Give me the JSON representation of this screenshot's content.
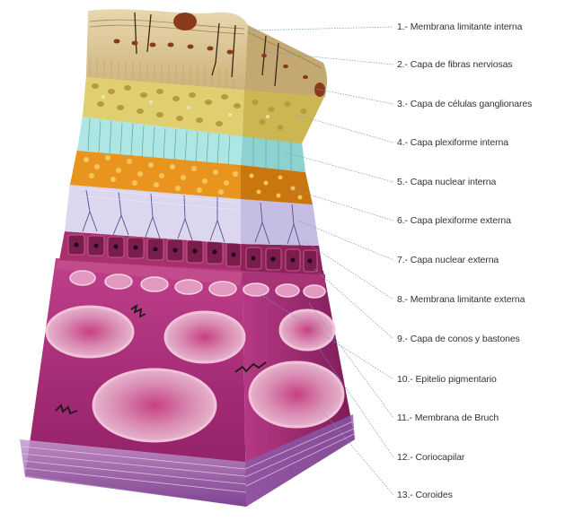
{
  "labels": [
    {
      "text": "1.- Membrana limitante interna"
    },
    {
      "text": "2.- Capa de fibras nerviosas"
    },
    {
      "text": "3.- Capa de células ganglionares"
    },
    {
      "text": "4.- Capa plexiforme interna"
    },
    {
      "text": "5.- Capa nuclear interna"
    },
    {
      "text": "6.- Capa plexiforme externa"
    },
    {
      "text": "7.- Capa nuclear externa"
    },
    {
      "text": "8.- Membrana limitante externa"
    },
    {
      "text": "9.- Capa de conos y bastones"
    },
    {
      "text": "10.- Epitelio pigmentario"
    },
    {
      "text": "11.- Membrana de Bruch"
    },
    {
      "text": "12.- Coriocapilar"
    },
    {
      "text": "13.- Coroides"
    }
  ],
  "colors": {
    "nerve_fiber": "#d2b98a",
    "ganglion": "#e0cf70",
    "plexiform_inner": "#aee6e3",
    "nuclear_inner": "#e8941e",
    "plexiform_outer": "#dcd6ee",
    "nuclear_outer": "#a8306c",
    "pigment": "#c3508c",
    "choroid": "#a02a72",
    "leader_line": "#6f9fd3"
  }
}
